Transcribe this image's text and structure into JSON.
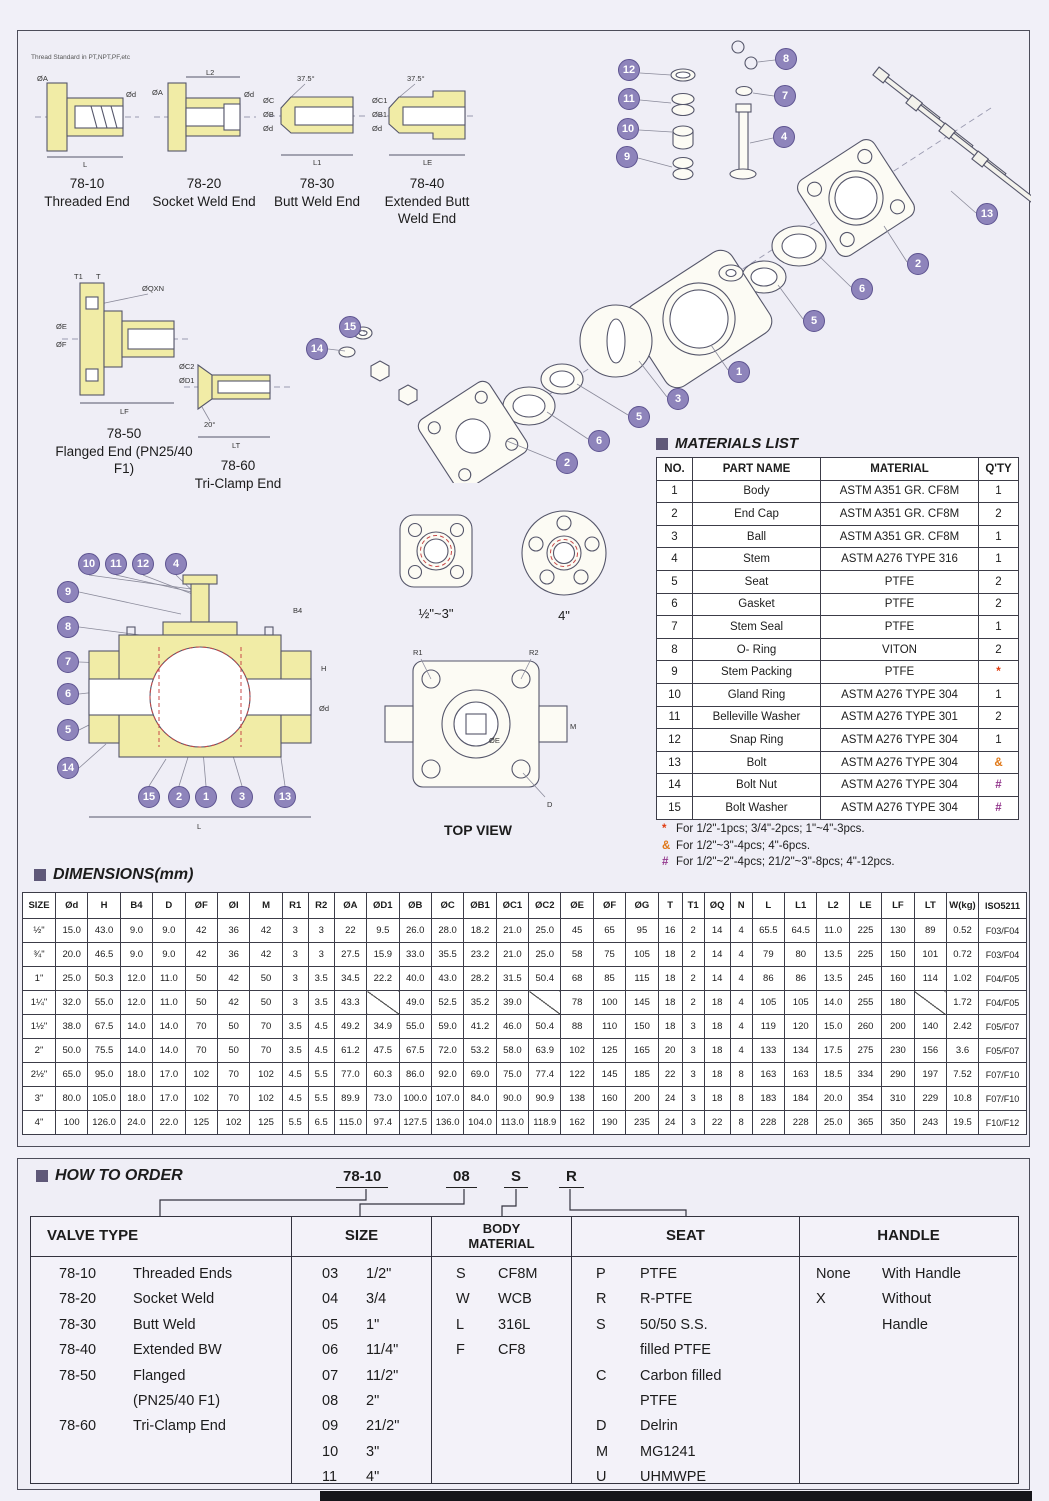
{
  "page": {
    "bg": "#efeef6",
    "balloon_color": "#8e84bb",
    "drawing_yellow": "#f1eca6"
  },
  "sections": {
    "materials_title": "MATERIALS  LIST",
    "dimensions_title": "DIMENSIONS(mm)",
    "order_title": "HOW TO ORDER"
  },
  "end_types": [
    {
      "code": "78-10",
      "label": "Threaded End"
    },
    {
      "code": "78-20",
      "label": "Socket Weld End"
    },
    {
      "code": "78-30",
      "label": "Butt Weld End"
    },
    {
      "code": "78-40",
      "label": "Extended Butt Weld End"
    },
    {
      "code": "78-50",
      "label": "Flanged End (PN25/40 F1)"
    },
    {
      "code": "78-60",
      "label": "Tri-Clamp  End"
    }
  ],
  "drawings": {
    "thread_note": "Thread Standard in PT,NPT,PF,etc",
    "d10_labels": [
      "ØA",
      "Ød",
      "L"
    ],
    "d20_labels": [
      "L2",
      "ØA",
      "Ød"
    ],
    "d30_labels": [
      "37.5°",
      "ØC",
      "ØB",
      "Ød",
      "L1"
    ],
    "d40_labels": [
      "37.5°",
      "ØC1",
      "ØB1",
      "Ød",
      "LE"
    ],
    "d50_labels": [
      "T1",
      "T",
      "ØQXN",
      "ØE",
      "ØF",
      "LF"
    ],
    "d60_labels": [
      "ØC2",
      "ØD1",
      "20°",
      "LT"
    ],
    "cross_labels": [
      "B4",
      "H",
      "Ød",
      "L"
    ],
    "flange_small_label": "½\"~3\"",
    "flange_large_label": "4\"",
    "top_view_labels": [
      "R1",
      "R2",
      "M",
      "ØE",
      "D"
    ],
    "top_view_caption": "TOP VIEW",
    "exploded_balloons": [
      "12",
      "11",
      "10",
      "9",
      "8",
      "7",
      "4",
      "13",
      "2",
      "6",
      "5",
      "1",
      "3",
      "5",
      "6",
      "2",
      "15",
      "14"
    ],
    "cross_balloons": [
      "10",
      "11",
      "12",
      "4",
      "9",
      "8",
      "7",
      "6",
      "5",
      "14",
      "15",
      "2",
      "1",
      "3",
      "13"
    ]
  },
  "materials": {
    "headers": [
      "NO.",
      "PART NAME",
      "MATERIAL",
      "Q'TY"
    ],
    "rows": [
      [
        "1",
        "Body",
        "ASTM A351 GR. CF8M",
        "1"
      ],
      [
        "2",
        "End Cap",
        "ASTM A351 GR. CF8M",
        "2"
      ],
      [
        "3",
        "Ball",
        "ASTM A351 GR. CF8M",
        "1"
      ],
      [
        "4",
        "Stem",
        "ASTM A276 TYPE 316",
        "1"
      ],
      [
        "5",
        "Seat",
        "PTFE",
        "2"
      ],
      [
        "6",
        "Gasket",
        "PTFE",
        "2"
      ],
      [
        "7",
        "Stem Seal",
        "PTFE",
        "1"
      ],
      [
        "8",
        "O- Ring",
        "VITON",
        "2"
      ],
      [
        "9",
        "Stem Packing",
        "PTFE",
        "*"
      ],
      [
        "10",
        "Gland Ring",
        "ASTM A276 TYPE 304",
        "1"
      ],
      [
        "11",
        "Belleville Washer",
        "ASTM A276 TYPE 301",
        "2"
      ],
      [
        "12",
        "Snap Ring",
        "ASTM A276 TYPE 304",
        "1"
      ],
      [
        "13",
        "Bolt",
        "ASTM A276 TYPE 304",
        "&"
      ],
      [
        "14",
        "Bolt Nut",
        "ASTM A276 TYPE 304",
        "#"
      ],
      [
        "15",
        "Bolt Washer",
        "ASTM A276 TYPE 304",
        "#"
      ]
    ],
    "notes": [
      {
        "sym": "*",
        "text": "For 1/2\"-1pcs; 3/4\"-2pcs; 1\"~4\"-3pcs."
      },
      {
        "sym": "&",
        "text": "For 1/2\"~3\"-4pcs;  4\"-6pcs."
      },
      {
        "sym": "#",
        "text": "For 1/2\"~2\"-4pcs; 21/2\"~3\"-8pcs; 4\"-12pcs."
      }
    ]
  },
  "dimensions": {
    "headers": [
      "SIZE",
      "Ød",
      "H",
      "B4",
      "D",
      "ØF",
      "ØI",
      "M",
      "R1",
      "R2",
      "ØA",
      "ØD1",
      "ØB",
      "ØC",
      "ØB1",
      "ØC1",
      "ØC2",
      "ØE",
      "ØF",
      "ØG",
      "T",
      "T1",
      "ØQ",
      "N",
      "L",
      "L1",
      "L2",
      "LE",
      "LF",
      "LT",
      "W(kg)",
      "ISO5211"
    ],
    "rows": [
      [
        "½\"",
        "15.0",
        "43.0",
        "9.0",
        "9.0",
        "42",
        "36",
        "42",
        "3",
        "3",
        "22",
        "9.5",
        "26.0",
        "28.0",
        "18.2",
        "21.0",
        "25.0",
        "45",
        "65",
        "95",
        "16",
        "2",
        "14",
        "4",
        "65.5",
        "64.5",
        "11.0",
        "225",
        "130",
        "89",
        "0.52",
        "F03/F04"
      ],
      [
        "¾\"",
        "20.0",
        "46.5",
        "9.0",
        "9.0",
        "42",
        "36",
        "42",
        "3",
        "3",
        "27.5",
        "15.9",
        "33.0",
        "35.5",
        "23.2",
        "21.0",
        "25.0",
        "58",
        "75",
        "105",
        "18",
        "2",
        "14",
        "4",
        "79",
        "80",
        "13.5",
        "225",
        "150",
        "101",
        "0.72",
        "F03/F04"
      ],
      [
        "1\"",
        "25.0",
        "50.3",
        "12.0",
        "11.0",
        "50",
        "42",
        "50",
        "3",
        "3.5",
        "34.5",
        "22.2",
        "40.0",
        "43.0",
        "28.2",
        "31.5",
        "50.4",
        "68",
        "85",
        "115",
        "18",
        "2",
        "14",
        "4",
        "86",
        "86",
        "13.5",
        "245",
        "160",
        "114",
        "1.02",
        "F04/F05"
      ],
      [
        "1¼\"",
        "32.0",
        "55.0",
        "12.0",
        "11.0",
        "50",
        "42",
        "50",
        "3",
        "3.5",
        "43.3",
        null,
        "49.0",
        "52.5",
        "35.2",
        "39.0",
        null,
        "78",
        "100",
        "145",
        "18",
        "2",
        "18",
        "4",
        "105",
        "105",
        "14.0",
        "255",
        "180",
        null,
        "1.72",
        "F04/F05"
      ],
      [
        "1½\"",
        "38.0",
        "67.5",
        "14.0",
        "14.0",
        "70",
        "50",
        "70",
        "3.5",
        "4.5",
        "49.2",
        "34.9",
        "55.0",
        "59.0",
        "41.2",
        "46.0",
        "50.4",
        "88",
        "110",
        "150",
        "18",
        "3",
        "18",
        "4",
        "119",
        "120",
        "15.0",
        "260",
        "200",
        "140",
        "2.42",
        "F05/F07"
      ],
      [
        "2\"",
        "50.0",
        "75.5",
        "14.0",
        "14.0",
        "70",
        "50",
        "70",
        "3.5",
        "4.5",
        "61.2",
        "47.5",
        "67.5",
        "72.0",
        "53.2",
        "58.0",
        "63.9",
        "102",
        "125",
        "165",
        "20",
        "3",
        "18",
        "4",
        "133",
        "134",
        "17.5",
        "275",
        "230",
        "156",
        "3.6",
        "F05/F07"
      ],
      [
        "2½\"",
        "65.0",
        "95.0",
        "18.0",
        "17.0",
        "102",
        "70",
        "102",
        "4.5",
        "5.5",
        "77.0",
        "60.3",
        "86.0",
        "92.0",
        "69.0",
        "75.0",
        "77.4",
        "122",
        "145",
        "185",
        "22",
        "3",
        "18",
        "8",
        "163",
        "163",
        "18.5",
        "334",
        "290",
        "197",
        "7.52",
        "F07/F10"
      ],
      [
        "3\"",
        "80.0",
        "105.0",
        "18.0",
        "17.0",
        "102",
        "70",
        "102",
        "4.5",
        "5.5",
        "89.9",
        "73.0",
        "100.0",
        "107.0",
        "84.0",
        "90.0",
        "90.9",
        "138",
        "160",
        "200",
        "24",
        "3",
        "18",
        "8",
        "183",
        "184",
        "20.0",
        "354",
        "310",
        "229",
        "10.8",
        "F07/F10"
      ],
      [
        "4\"",
        "100",
        "126.0",
        "24.0",
        "22.0",
        "125",
        "102",
        "125",
        "5.5",
        "6.5",
        "115.0",
        "97.4",
        "127.5",
        "136.0",
        "104.0",
        "113.0",
        "118.9",
        "162",
        "190",
        "235",
        "24",
        "3",
        "22",
        "8",
        "228",
        "228",
        "25.0",
        "365",
        "350",
        "243",
        "19.5",
        "F10/F12"
      ]
    ]
  },
  "order": {
    "example": [
      "78-10",
      "08",
      "S",
      "R"
    ],
    "columns": [
      {
        "header": "VALVE  TYPE",
        "rows": [
          [
            "78-10",
            "Threaded Ends"
          ],
          [
            "78-20",
            "Socket Weld"
          ],
          [
            "78-30",
            "Butt Weld"
          ],
          [
            "78-40",
            "Extended BW"
          ],
          [
            "78-50",
            "Flanged"
          ],
          [
            "",
            "(PN25/40 F1)"
          ],
          [
            "78-60",
            "Tri-Clamp End"
          ]
        ]
      },
      {
        "header": "SIZE",
        "rows": [
          [
            "03",
            "1/2\""
          ],
          [
            "04",
            "3/4"
          ],
          [
            "05",
            "1\""
          ],
          [
            "06",
            "11/4\""
          ],
          [
            "07",
            "11/2\""
          ],
          [
            "08",
            "2\""
          ],
          [
            "09",
            "21/2\""
          ],
          [
            "10",
            "3\""
          ],
          [
            "11",
            "4\""
          ]
        ]
      },
      {
        "header": "BODY MATERIAL",
        "rows": [
          [
            "S",
            "CF8M"
          ],
          [
            "W",
            "WCB"
          ],
          [
            "L",
            "316L"
          ],
          [
            "F",
            "CF8"
          ]
        ]
      },
      {
        "header": "SEAT",
        "rows": [
          [
            "P",
            "PTFE"
          ],
          [
            "R",
            "R-PTFE"
          ],
          [
            "S",
            "50/50 S.S."
          ],
          [
            "",
            "filled PTFE"
          ],
          [
            "C",
            "Carbon filled"
          ],
          [
            "",
            "PTFE"
          ],
          [
            "D",
            "Delrin"
          ],
          [
            "M",
            "MG1241"
          ],
          [
            "U",
            "UHMWPE"
          ]
        ]
      },
      {
        "header": "HANDLE",
        "rows": [
          [
            "None",
            "With Handle"
          ],
          [
            "X",
            "Without"
          ],
          [
            "",
            "Handle"
          ]
        ]
      }
    ]
  }
}
